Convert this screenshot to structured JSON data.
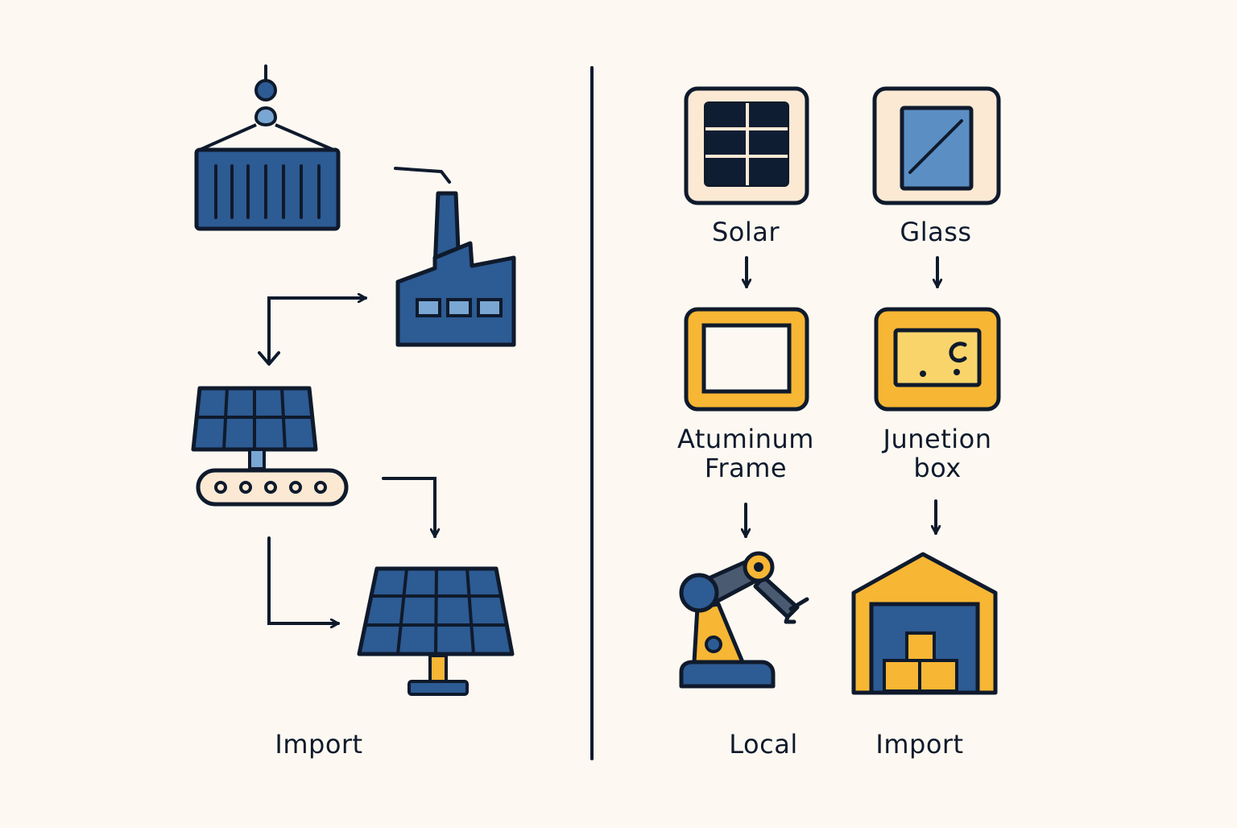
{
  "colors": {
    "background": "#fdf9f2",
    "outline": "#0f1a2c",
    "navy": "#2d5b93",
    "light_blue": "#7aa6d3",
    "amber": "#f7b634",
    "cream": "#fbe9d4",
    "cell_dark": "#0f1d33"
  },
  "left_panel": {
    "caption": "Import",
    "icons": [
      "shipping-container-icon",
      "factory-icon",
      "solar-panel-conveyor-icon",
      "solar-panel-installed-icon"
    ]
  },
  "right_panel": {
    "components": [
      {
        "label": "Solar",
        "icon": "solar-cell-icon"
      },
      {
        "label": "Glass",
        "icon": "glass-pane-icon"
      },
      {
        "label_line1": "Atuminum",
        "label_line2": "Frame",
        "icon": "aluminum-frame-icon"
      },
      {
        "label_line1": "Junetion",
        "label_line2": "box",
        "icon": "junction-box-icon"
      }
    ],
    "outputs": [
      {
        "label": "Local",
        "icon": "robot-arm-icon"
      },
      {
        "label": "Import",
        "icon": "warehouse-icon"
      }
    ]
  }
}
